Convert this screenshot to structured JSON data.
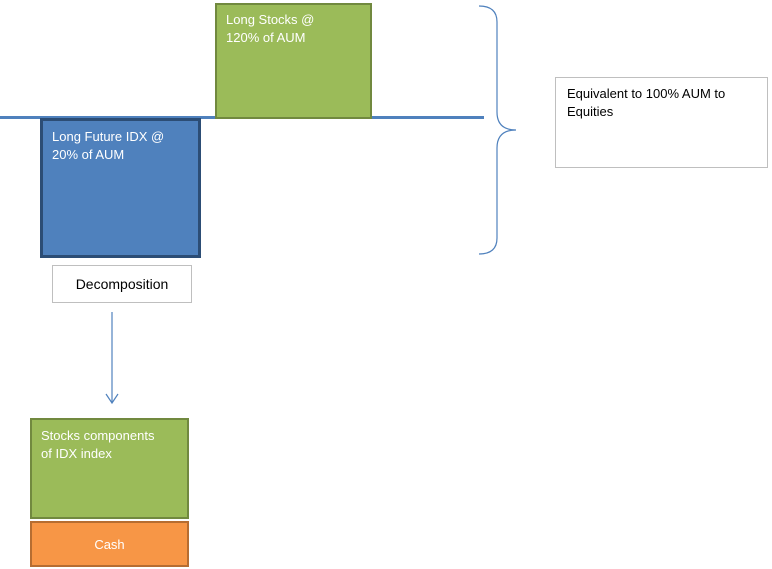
{
  "boxes": {
    "long_stocks": {
      "line1": "Long Stocks @",
      "line2": "120% of AUM"
    },
    "long_future": {
      "line1": "Long Future IDX @",
      "line2": "20% of AUM"
    },
    "equivalent": {
      "line1": "Equivalent to 100% AUM to",
      "line2": "Equities"
    },
    "decomposition": {
      "label": "Decomposition"
    },
    "stocks_components": {
      "line1": "Stocks components",
      "line2": "of IDX index"
    },
    "cash": {
      "label": "Cash"
    }
  },
  "colors": {
    "green": "#9bbb59",
    "blue": "#4f81bd",
    "orange": "#f79646",
    "connector": "#4f81bd"
  }
}
